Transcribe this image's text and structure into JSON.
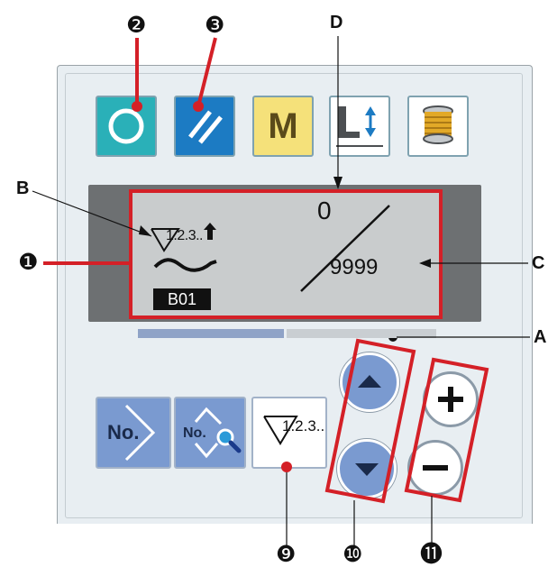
{
  "callouts": {
    "n2": "❷",
    "n3": "❸",
    "n1": "❶",
    "n9": "❾",
    "n10": "❿",
    "n11": "⓫",
    "A": "A",
    "B": "B",
    "C": "C",
    "D": "D"
  },
  "buttons": {
    "ready": {
      "icon": "ready-circle-icon",
      "color": "#2ab0b8"
    },
    "reset": {
      "icon": "reset-slash-icon",
      "color": "#1c7bc3"
    },
    "mode": {
      "label": "M",
      "color": "#f5e17a"
    },
    "presser": {
      "icon": "presser-foot-up-down-icon"
    },
    "winder": {
      "icon": "bobbin-winder-icon"
    },
    "pattern_no": {
      "label": "No."
    },
    "pattern_search": {
      "label": "No."
    },
    "counter": {
      "label": "1.2.3.."
    },
    "up": {
      "icon": "triangle-up-icon"
    },
    "down": {
      "icon": "triangle-down-icon"
    },
    "plus": {
      "icon": "plus-icon"
    },
    "minus": {
      "icon": "minus-icon"
    }
  },
  "lcd": {
    "counter_icon_label": "1.2.3..",
    "count_current": "0",
    "count_target": "9999",
    "pattern": "B01"
  },
  "colors": {
    "callout_red": "#d42027",
    "panel_bg": "#e8eef2",
    "lcd_bg": "#c9cccd",
    "lcd_frame": "#6d7072",
    "blue_button": "#7a9ad0"
  }
}
